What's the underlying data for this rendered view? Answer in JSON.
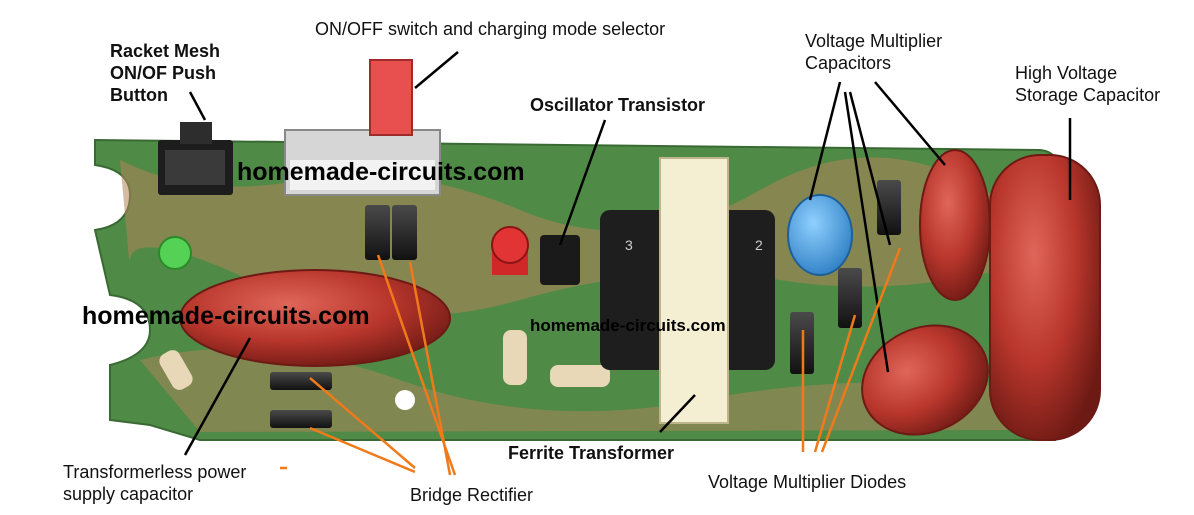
{
  "labels": {
    "push_button": "Racket Mesh\nON/OF Push\nButton",
    "switch": "ON/OFF switch and charging mode selector",
    "multiplier_caps": "Voltage Multiplier\nCapacitors",
    "storage_cap": "High Voltage\nStorage Capacitor",
    "oscillator": "Oscillator Transistor",
    "ferrite": "Ferrite Transformer",
    "multiplier_diodes": "Voltage Multiplier Diodes",
    "bridge": "Bridge Rectifier",
    "psu_cap": "Transformerless power\nsupply capacitor"
  },
  "watermarks": {
    "top": "homemade-circuits.com",
    "left": "homemade-circuits.com",
    "center": "homemade-circuits.com"
  },
  "component_markings": {
    "transformer_left": "3",
    "transformer_right": "2"
  },
  "colors": {
    "pcb_green": "#4f8a46",
    "pcb_copper": "#b4835a",
    "capacitor_red": "#b8362c",
    "blue_capacitor": "#3d8fd6",
    "leader_black": "#000000",
    "leader_orange": "#f07a1a"
  }
}
